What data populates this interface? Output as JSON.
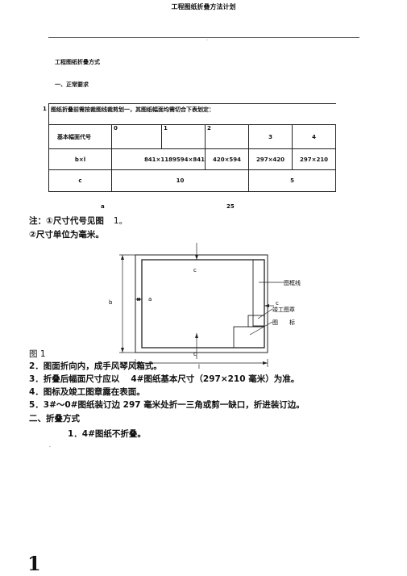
{
  "header": {
    "title": "工程图纸折叠方法计划"
  },
  "doc": {
    "header_dot": ".",
    "heading": "工程图纸折叠方式",
    "section1": "一、正常要求",
    "item1_num": "1",
    "item1_text": "图纸折叠前需按裁图线裁剪划一，其图纸幅面均需切合下表划定：",
    "table": {
      "row_label": "基本幅面代号",
      "codes": [
        "0",
        "1",
        "2",
        "3",
        "4"
      ],
      "bxl_label": "b×l",
      "bxl_values": "841×1189594×841",
      "v2": "420×594",
      "v3": "297×420",
      "v4": "297×210",
      "c_label": "c",
      "c_value": "10",
      "c_value2": "5"
    },
    "a_label": "a",
    "a_value": "25",
    "note1a": "注：①尺寸代号见图",
    "note1b": "1。",
    "note2": "②尺寸单位为毫米。",
    "fig_caption": "图 1",
    "item2": "2．图面折向内，成手风琴风箱式。",
    "item3a": "3．折叠后幅面尺寸应以",
    "item3b": "4#图纸基本尺寸（297×210 毫米）为准。",
    "item4": "4．图标及竣工图章露在表面。",
    "item5": "5．3#～0#图纸装订边 297 毫米处折一三角或剪一缺口，折进装订边。",
    "section2": "二、折叠方式",
    "sub1": "1．4#图纸不折叠。",
    "stray_dot": ".",
    "page_number": "1"
  },
  "diagram": {
    "label_frame": "图框线",
    "label_stamp": "竣工图章",
    "label_title": "图　　标",
    "dim_b": "b",
    "dim_l": "l",
    "dim_a": "a",
    "dim_c_top": "c",
    "dim_c_bottom": "c",
    "dim_c_right": "c"
  }
}
